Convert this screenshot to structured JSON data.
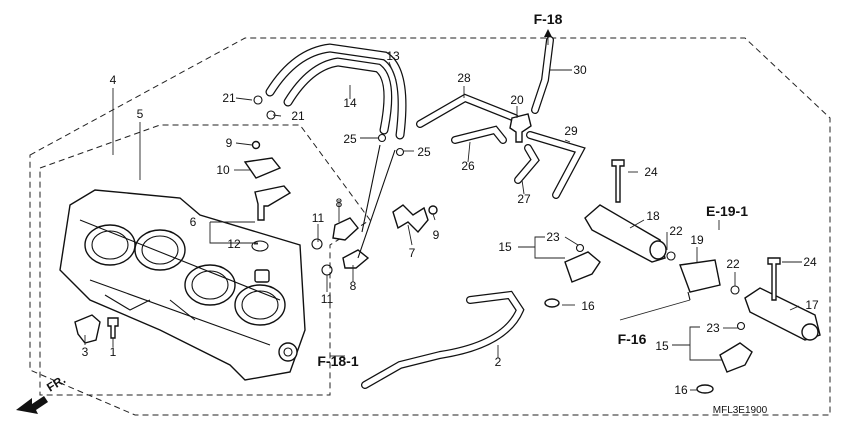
{
  "diagram": {
    "code": "MFL3E1900",
    "front_label": "FR.",
    "refs": {
      "f18": "F-18",
      "e191": "E-19-1",
      "f16": "F-16",
      "f181": "F-18-1"
    },
    "callouts": {
      "c1": "1",
      "c2": "2",
      "c3": "3",
      "c4": "4",
      "c5": "5",
      "c6": "6",
      "c7": "7",
      "c8a": "8",
      "c8b": "8",
      "c9a": "9",
      "c9b": "9",
      "c10": "10",
      "c11a": "11",
      "c11b": "11",
      "c12": "12",
      "c13": "13",
      "c14": "14",
      "c15a": "15",
      "c15b": "15",
      "c16a": "16",
      "c16b": "16",
      "c17": "17",
      "c18": "18",
      "c19": "19",
      "c20": "20",
      "c21a": "21",
      "c21b": "21",
      "c22a": "22",
      "c22b": "22",
      "c23a": "23",
      "c23b": "23",
      "c24a": "24",
      "c24b": "24",
      "c25a": "25",
      "c25b": "25",
      "c26": "26",
      "c27": "27",
      "c28": "28",
      "c29": "29",
      "c30": "30"
    }
  }
}
